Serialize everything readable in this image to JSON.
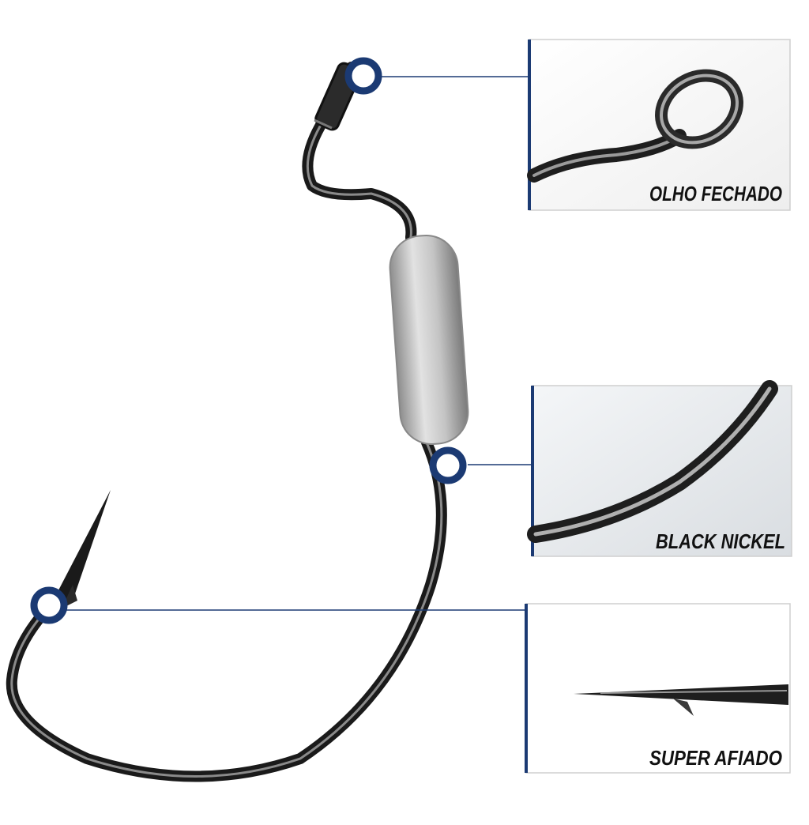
{
  "diagram": {
    "callouts": [
      {
        "id": "eye",
        "label": "OLHO FECHADO"
      },
      {
        "id": "finish",
        "label": "BLACK NICKEL"
      },
      {
        "id": "point",
        "label": "SUPER AFIADO"
      }
    ]
  },
  "colors": {
    "background": "#ffffff",
    "marker_ring": "#1b3a73",
    "leader_line": "#1b3a73",
    "hook_dark": "#1a1a1a",
    "hook_highlight": "#8a8a8a",
    "lead_weight": "#b9b9b9",
    "panel_border": "#cfcfcf",
    "panel_accent": "#1b3a73",
    "label_text": "#111111"
  },
  "icons": {
    "marker": "ring-marker-icon",
    "hook": "weighted-hook-illustration"
  }
}
